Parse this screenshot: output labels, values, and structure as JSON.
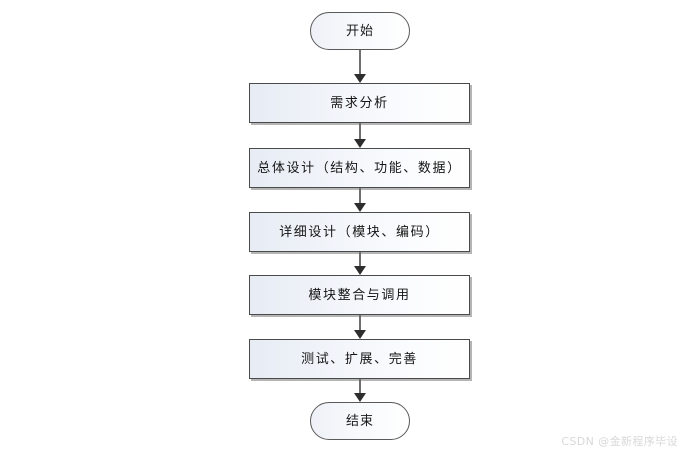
{
  "diagram": {
    "type": "flowchart",
    "orientation": "top-to-bottom",
    "background_color": "#ffffff",
    "nodes": [
      {
        "id": "start",
        "shape": "terminator",
        "label": "开始"
      },
      {
        "id": "requirements",
        "shape": "process",
        "label": "需求分析"
      },
      {
        "id": "overall",
        "shape": "process",
        "label": "总体设计（结构、功能、数据）"
      },
      {
        "id": "detail",
        "shape": "process",
        "label": "详细设计（模块、编码）"
      },
      {
        "id": "integration",
        "shape": "process",
        "label": "模块整合与调用"
      },
      {
        "id": "testing",
        "shape": "process",
        "label": "测试、扩展、完善"
      },
      {
        "id": "end",
        "shape": "terminator",
        "label": "结束"
      }
    ],
    "edges": [
      {
        "id": "conn-1",
        "from": "start",
        "to": "requirements",
        "arrow": "down-arrow"
      },
      {
        "id": "conn-2",
        "from": "requirements",
        "to": "overall",
        "arrow": "down-arrow"
      },
      {
        "id": "conn-3",
        "from": "overall",
        "to": "detail",
        "arrow": "down-arrow"
      },
      {
        "id": "conn-4",
        "from": "detail",
        "to": "integration",
        "arrow": "down-arrow"
      },
      {
        "id": "conn-5",
        "from": "integration",
        "to": "testing",
        "arrow": "down-arrow"
      },
      {
        "id": "conn-6",
        "from": "testing",
        "to": "end",
        "arrow": "down-arrow"
      }
    ],
    "style": {
      "node_border_color": "#4a4a4a",
      "node_fill_start": "#e7ecf4",
      "node_fill_end": "#ffffff",
      "connector_color": "#6f6f6f",
      "arrowhead_color": "#2e2e2e",
      "text_color": "#151515"
    }
  },
  "watermark": {
    "text": "CSDN @金新程序毕设",
    "color": "#d8d8d8"
  }
}
